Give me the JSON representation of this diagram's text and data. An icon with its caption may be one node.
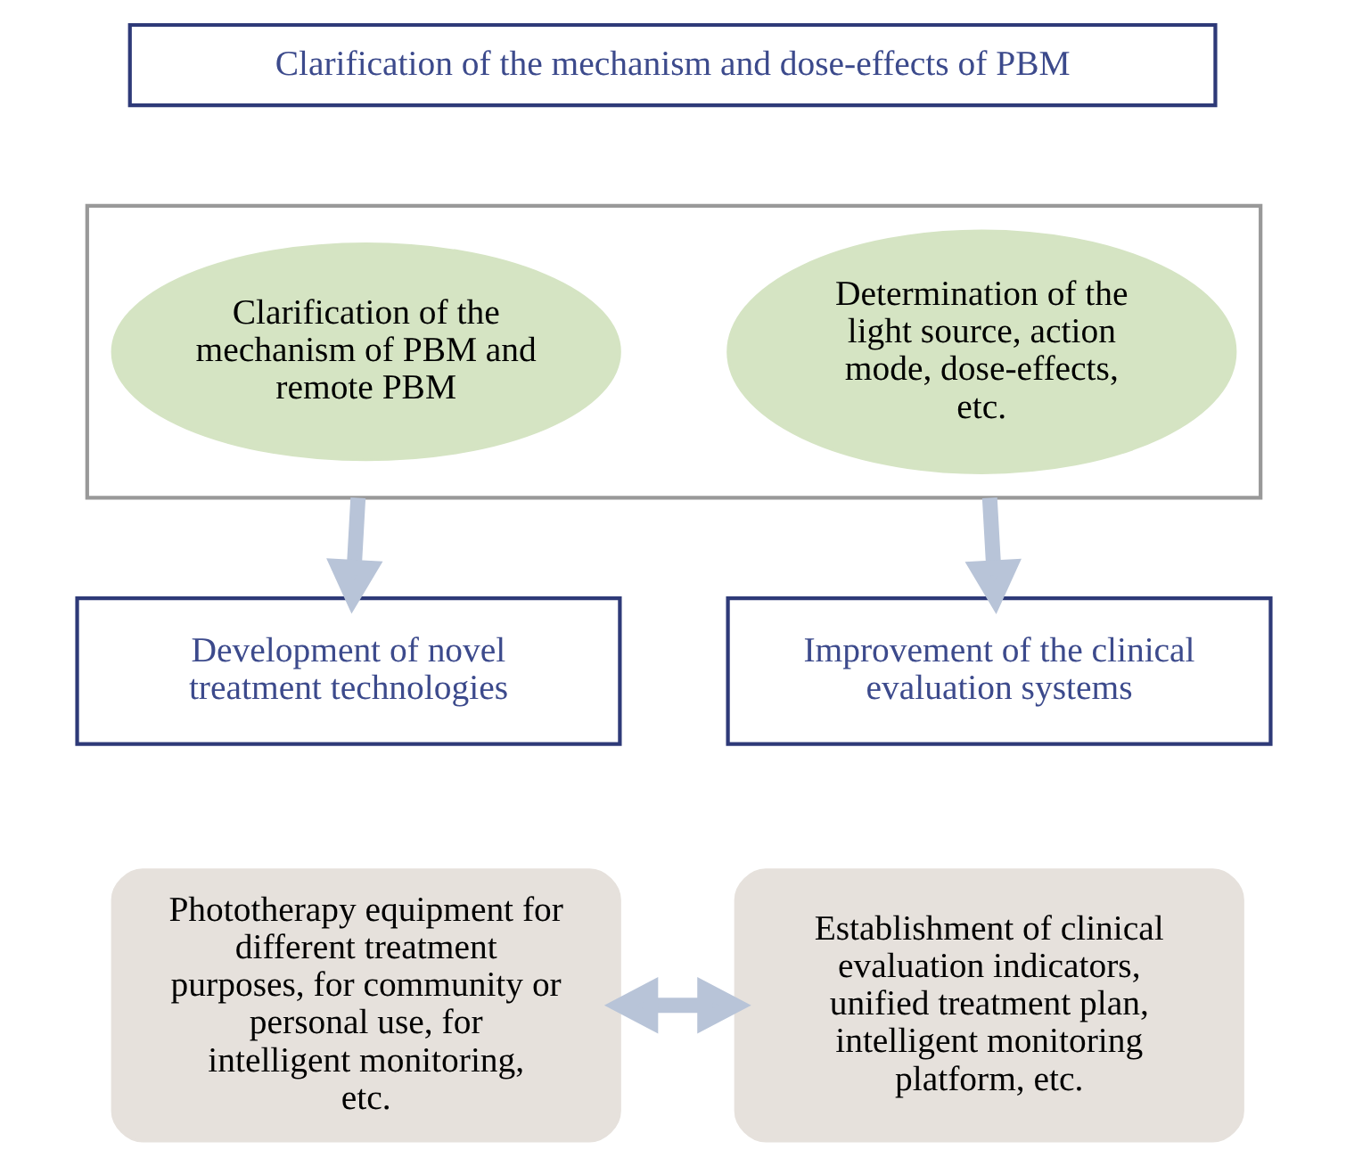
{
  "diagram": {
    "nodes": [
      {
        "text": [
          "Clarification of the mechanism and dose-effects of PBM"
        ]
      },
      {
        "text": [],
        "shape": "box"
      },
      {
        "text": [
          "Clarification of the mechanism of PBM and remote PBM"
        ],
        "in": 1
      },
      {
        "text": [
          "Determination of the light source, action mode, dose-effects, etc."
        ],
        "in": 1
      },
      {
        "text": [
          "Development of novel treatment technologies"
        ]
      },
      {
        "text": [
          "Improvement of the clinical evaluation systems"
        ]
      },
      {
        "text": [
          "Phototherapy equipment for different treatment purposes, for community or personal use, for intelligent monitoring, etc."
        ]
      },
      {
        "text": [
          "Establishment of clinical evaluation indicators, unified treatment plan, intelligent monitoring platform, etc."
        ]
      }
    ],
    "edges": [
      {
        "from": 1,
        "to": 4,
        "arrow": "to"
      },
      {
        "from": 1,
        "to": 5,
        "arrow": "to"
      },
      {
        "from": 6,
        "to": 7,
        "arrow": "both"
      }
    ]
  }
}
